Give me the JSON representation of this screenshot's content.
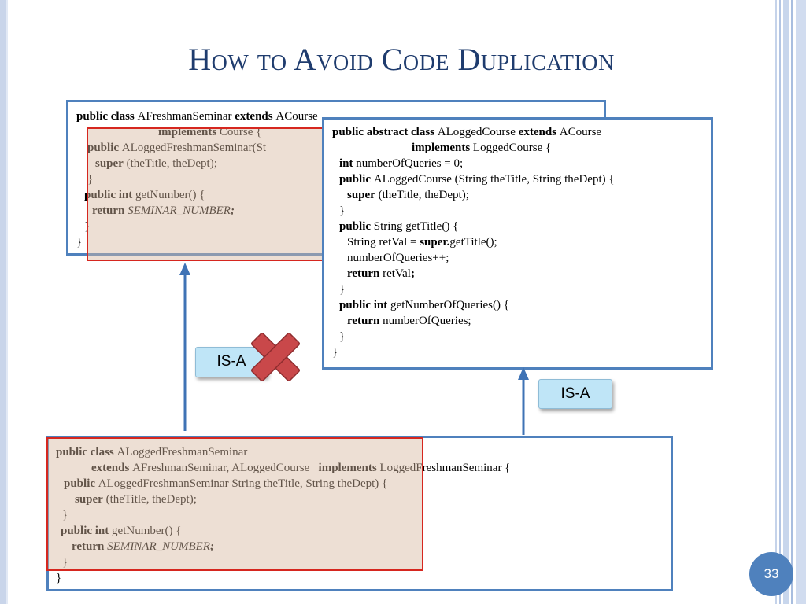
{
  "slide": {
    "title": "How to Avoid Code Duplication",
    "page_number": "33"
  },
  "labels": {
    "isa_left": "IS-A",
    "isa_right": "IS-A"
  },
  "box_a": {
    "lines": [
      [
        {
          "t": "public class ",
          "b": true
        },
        {
          "t": "AFreshmanSeminar "
        },
        {
          "t": "extends ",
          "b": true
        },
        {
          "t": "ACourse"
        }
      ],
      [
        {
          "t": "implements",
          "b": true
        },
        {
          "t": " Course {"
        }
      ],
      [
        {
          "t": "public ",
          "b": true
        },
        {
          "t": "ALoggedFreshmanSeminar(St"
        }
      ],
      [
        {
          "t": "super",
          "b": true
        },
        {
          "t": " (theTitle, theDept);"
        }
      ],
      [
        {
          "t": "}"
        }
      ],
      [
        {
          "t": "public int ",
          "b": true
        },
        {
          "t": "getNumber() {"
        }
      ],
      [
        {
          "t": "return ",
          "b": true
        },
        {
          "t": "SEMINAR_NUMBER",
          "i": true
        },
        {
          "t": ";",
          "b": true,
          "i": true
        }
      ],
      [
        {
          "t": "}"
        }
      ],
      [
        {
          "t": "}"
        }
      ]
    ]
  },
  "box_b": {
    "lines": [
      [
        {
          "t": "public abstract class ",
          "b": true
        },
        {
          "t": "ALoggedCourse "
        },
        {
          "t": "extends ",
          "b": true
        },
        {
          "t": "ACourse"
        }
      ],
      [
        {
          "t": "implements",
          "b": true
        },
        {
          "t": " LoggedCourse {"
        }
      ],
      [
        {
          "t": "int ",
          "b": true
        },
        {
          "t": "numberOfQueries = 0;"
        }
      ],
      [
        {
          "t": "public ",
          "b": true
        },
        {
          "t": "ALoggedCourse (String theTitle, String theDept) {"
        }
      ],
      [
        {
          "t": "super",
          "b": true
        },
        {
          "t": " (theTitle, theDept);"
        }
      ],
      [
        {
          "t": "}"
        }
      ],
      [
        {
          "t": "public ",
          "b": true
        },
        {
          "t": "String getTitle() {"
        }
      ],
      [
        {
          "t": "String retVal = "
        },
        {
          "t": "super.",
          "b": true
        },
        {
          "t": "getTitle();"
        }
      ],
      [
        {
          "t": "numberOfQueries++;"
        }
      ],
      [
        {
          "t": "return ",
          "b": true
        },
        {
          "t": "retVal"
        },
        {
          "t": ";",
          "b": true
        }
      ],
      [
        {
          "t": "}"
        }
      ],
      [
        {
          "t": "public int ",
          "b": true
        },
        {
          "t": "getNumberOfQueries() {"
        }
      ],
      [
        {
          "t": "return ",
          "b": true
        },
        {
          "t": "numberOfQueries;"
        }
      ],
      [
        {
          "t": "}"
        }
      ],
      [
        {
          "t": "}"
        }
      ]
    ]
  },
  "box_c": {
    "lines": [
      [
        {
          "t": "public class ",
          "b": true
        },
        {
          "t": "ALoggedFreshmanSeminar"
        }
      ],
      [
        {
          "t": "extends ",
          "b": true
        },
        {
          "t": "AFreshmanSeminar, ALoggedCourse   "
        },
        {
          "t": "implements ",
          "b": true
        },
        {
          "t": "LoggedFreshmanSeminar {"
        }
      ],
      [
        {
          "t": "public ",
          "b": true
        },
        {
          "t": "ALoggedFreshmanSeminar String theTitle, String theDept) {"
        }
      ],
      [
        {
          "t": "super",
          "b": true
        },
        {
          "t": " (theTitle, theDept);"
        }
      ],
      [
        {
          "t": "}"
        }
      ],
      [
        {
          "t": "public int ",
          "b": true
        },
        {
          "t": "getNumber() {"
        }
      ],
      [
        {
          "t": "return ",
          "b": true
        },
        {
          "t": "SEMINAR_NUMBER",
          "i": true
        },
        {
          "t": ";",
          "b": true,
          "i": true
        }
      ],
      [
        {
          "t": "}"
        }
      ],
      [
        {
          "t": "}"
        }
      ]
    ]
  },
  "colors": {
    "title": "#1f3c6e",
    "box_border": "#4f81bd",
    "highlight_border": "#d6271f",
    "arrow": "#3f73b5",
    "cross": "#c9484a",
    "isa_fill": "#bfe5f7"
  }
}
